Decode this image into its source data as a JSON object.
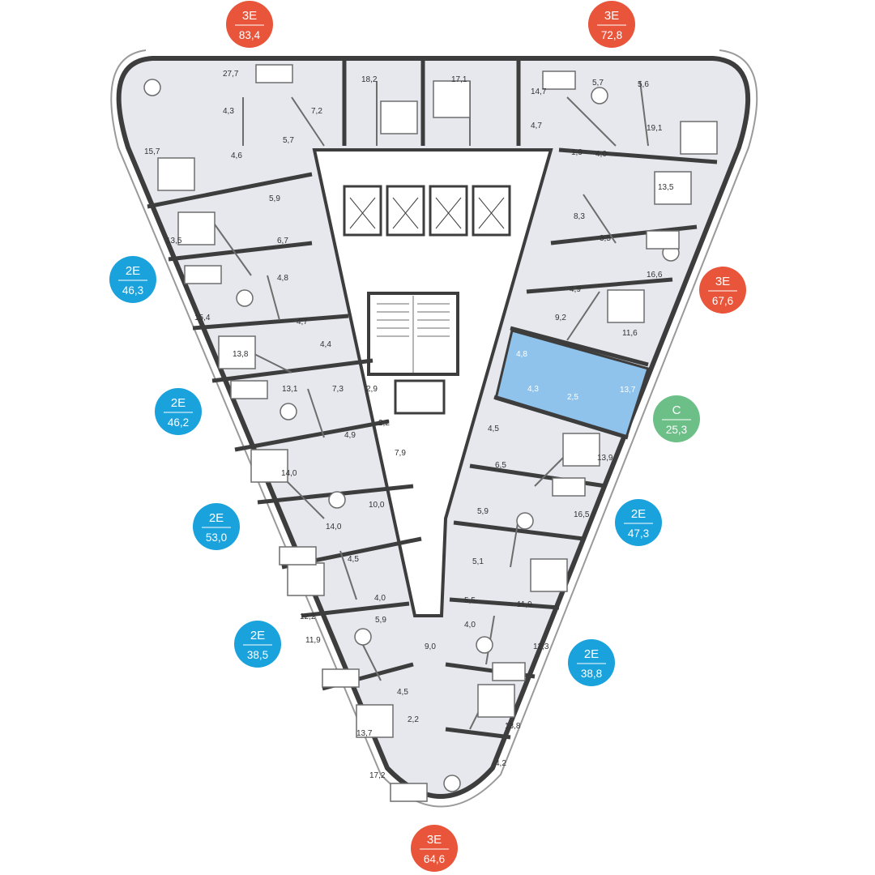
{
  "colors": {
    "floor": "#e6e8ee",
    "wall": "#3d3d3d",
    "line": "#6d6d6d",
    "three_room": "#e8553b",
    "two_room": "#1aa2dc",
    "studio": "#6dbf88",
    "selected": "#8fc3ec"
  },
  "badges": [
    {
      "type": "3E",
      "area": "83,4",
      "color": "three_room"
    },
    {
      "type": "3E",
      "area": "72,8",
      "color": "three_room"
    },
    {
      "type": "2E",
      "area": "46,3",
      "color": "two_room"
    },
    {
      "type": "3E",
      "area": "67,6",
      "color": "three_room"
    },
    {
      "type": "2E",
      "area": "46,2",
      "color": "two_room"
    },
    {
      "type": "C",
      "area": "25,3",
      "color": "studio"
    },
    {
      "type": "2E",
      "area": "53,0",
      "color": "two_room"
    },
    {
      "type": "2E",
      "area": "47,3",
      "color": "two_room"
    },
    {
      "type": "2E",
      "area": "38,5",
      "color": "two_room"
    },
    {
      "type": "2E",
      "area": "38,8",
      "color": "two_room"
    },
    {
      "type": "3E",
      "area": "64,6",
      "color": "three_room"
    }
  ],
  "rooms": {
    "a834": [
      "27,7",
      "4,3",
      "7,2",
      "18,2",
      "5,7",
      "4,6",
      "15,7"
    ],
    "a728": [
      "17,1",
      "14,7",
      "4,7",
      "5,7",
      "5,6",
      "1,9",
      "4,0",
      "19,1"
    ],
    "a463": [
      "5,9",
      "13,5",
      "6,7",
      "4,8",
      "15,4",
      "4,7"
    ],
    "a676": [
      "13,5",
      "8,3",
      "3,5",
      "16,6",
      "4,9",
      "9,2",
      "11,6"
    ],
    "a462": [
      "4,4",
      "13,8",
      "13,1",
      "7,3",
      "2,9",
      "2,2",
      "4,9"
    ],
    "a253": [
      "4,8",
      "4,3",
      "2,5",
      "13,7"
    ],
    "a530": [
      "7,9",
      "14,0",
      "10,0",
      "14,0",
      "4,5"
    ],
    "a473": [
      "4,5",
      "13,9",
      "6,5",
      "5,9",
      "16,5"
    ],
    "a385": [
      "4,0",
      "12,2",
      "5,9",
      "11,9",
      "9,0"
    ],
    "a388": [
      "5,1",
      "11,9",
      "5,5",
      "4,0",
      "12,3"
    ],
    "a646": [
      "4,5",
      "2,2",
      "13,7",
      "17,2",
      "13,8",
      "4,2"
    ]
  }
}
